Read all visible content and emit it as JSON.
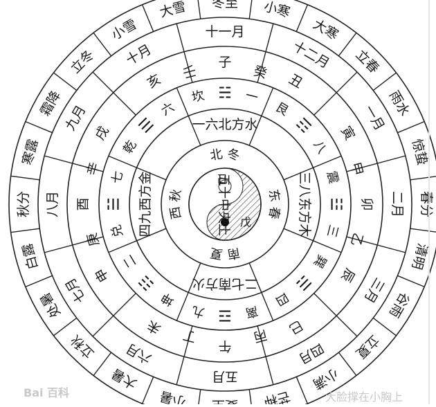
{
  "diagram": {
    "solar_terms": [
      "冬至",
      "小寒",
      "大寒",
      "立春",
      "雨水",
      "惊蛰",
      "春分",
      "清明",
      "谷雨",
      "立夏",
      "小满",
      "芒种",
      "夏至",
      "小暑",
      "大暑",
      "立秋",
      "处暑",
      "白露",
      "秋分",
      "寒露",
      "霜降",
      "立冬",
      "小雪",
      "大雪"
    ],
    "months": [
      "十一月",
      "十二月",
      "一月",
      "二月",
      "三月",
      "四月",
      "五月",
      "六月",
      "七月",
      "八月",
      "九月",
      "十月"
    ],
    "branches": [
      "子",
      "丑",
      "寅",
      "卯",
      "辰",
      "巳",
      "午",
      "未",
      "申",
      "酉",
      "戌",
      "亥"
    ],
    "mountains": [
      "子",
      "癸",
      "丑",
      "艮",
      "寅",
      "甲",
      "卯",
      "乙",
      "辰",
      "巽",
      "巳",
      "丙",
      "午",
      "丁",
      "未",
      "坤",
      "申",
      "庚",
      "酉",
      "辛",
      "戌",
      "乾",
      "亥",
      "壬"
    ],
    "mountain_ring_visible": [
      "壬",
      "癸",
      "甲",
      "乙",
      "丙",
      "丁",
      "庚",
      "辛"
    ],
    "trigram_ring": [
      {
        "name": "坎",
        "number": "一"
      },
      {
        "name": "艮",
        "number": "八"
      },
      {
        "name": "震",
        "number": "三"
      },
      {
        "name": "巽",
        "number": "四"
      },
      {
        "name": "离",
        "number": "九"
      },
      {
        "name": "坤",
        "number": "二"
      },
      {
        "name": "兑",
        "number": "七"
      },
      {
        "name": "乾",
        "number": "六"
      }
    ],
    "direction_phrases": [
      "一六北方水",
      "三八东方木",
      "二七南方火",
      "四九西方金"
    ],
    "seasons": [
      "冬",
      "春",
      "夏",
      "秋"
    ],
    "directions": [
      "北",
      "东",
      "南",
      "西"
    ],
    "center": {
      "line1": "五十中央土",
      "line2": "戊",
      "line3": "己"
    }
  },
  "watermarks": {
    "baidu": "Bai 百科",
    "author": "大脸撑在小胸上"
  }
}
